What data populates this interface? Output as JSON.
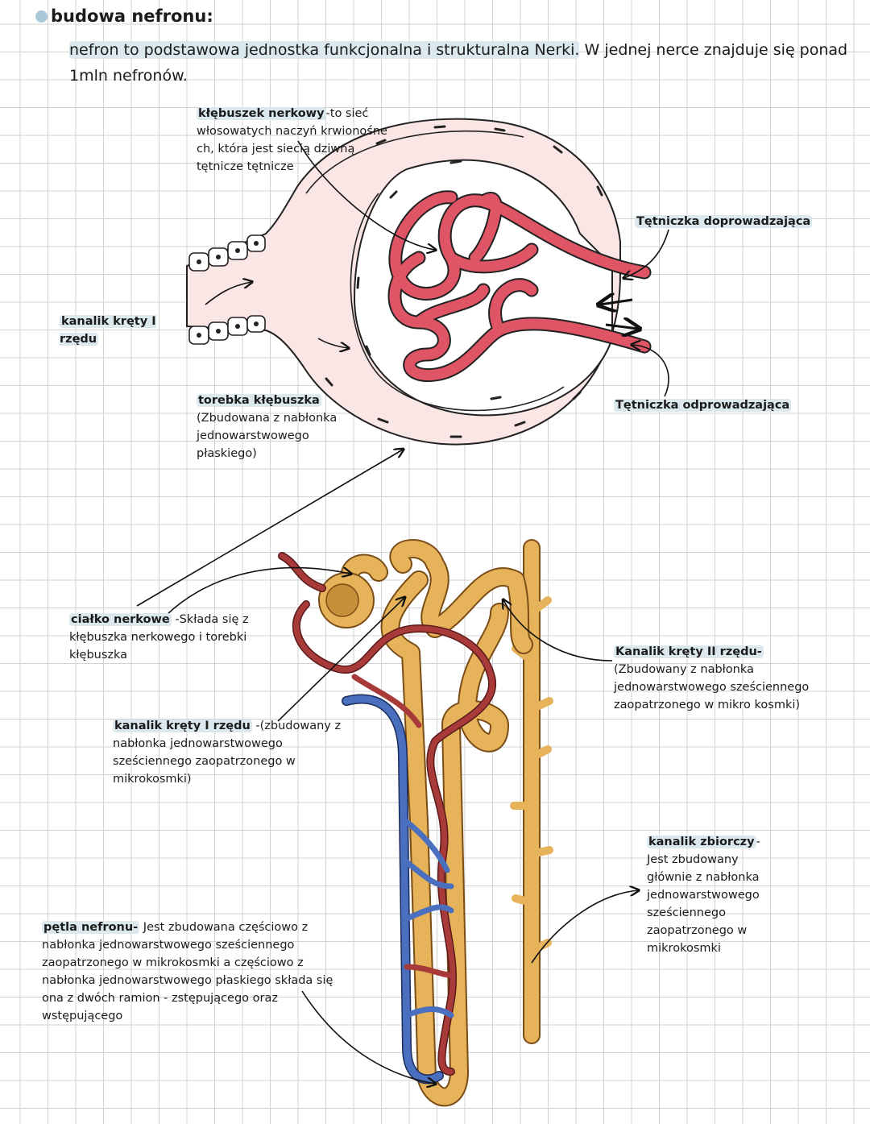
{
  "header": {
    "title": "budowa nefronu:",
    "intro_highlight": "nefron to podstawowa jednostka funkcjonalna i strukturalna Nerki.",
    "intro_rest": " W jednej nerce znajduje się ponad 1mln nefronów."
  },
  "labels": {
    "klebuszek": {
      "term": "kłębuszek nerkowy",
      "text": "-to sieć włosowatych naczyń krwionośne ch, która jest siecią dziwną tętnicze tętnicze"
    },
    "doprowadzajaca": {
      "term": "Tętniczka doprowadzająca"
    },
    "odprowadzajaca": {
      "term": "Tętniczka odprowadzająca"
    },
    "kanalik1_top": {
      "term": "kanalik kręty I rzędu"
    },
    "torebka": {
      "term": "torebka kłębuszka",
      "text": "(Zbudowana z nabłonka jednowarstwowego płaskiego)"
    },
    "cialko": {
      "term": "ciałko nerkowe",
      "text": " -Składa się z kłębuszka nerkowego i torebki kłębuszka"
    },
    "kanalik2": {
      "term": "Kanalik kręty II rzędu-",
      "text": "(Zbudowany z nabłonka jednowarstwowego sześciennego zaopatrzonego w mikro kosmki)"
    },
    "kanalik1_bottom": {
      "term": "kanalik kręty I rzędu",
      "text": " -(zbudowany z nabłonka jednowarstwowego sześciennego zaopatrzonego w mikrokosmki)"
    },
    "zbiorczy": {
      "term": "kanalik zbiorczy",
      "text": "-Jest zbudowany głównie z nabłonka jednowarstwowego sześciennego zaopatrzonego w mikrokosmki"
    },
    "petla": {
      "term": "pętla nefronu-",
      "text": " Jest zbudowana częściowo z nabłonka jednowarstwowego sześciennego zaopatrzonego w mikrokosmki a częściowo z nabłonka jednowarstwowego płaskiego składa się ona z dwóch ramion - zstępującego oraz wstępującego"
    }
  },
  "colors": {
    "highlight": "#dbe8ee",
    "artery": "#e05566",
    "capsule": "#fbe6e6",
    "tubule": "#e6b35a",
    "vein": "#4a6fbf",
    "vessel_red": "#a83a3a"
  }
}
